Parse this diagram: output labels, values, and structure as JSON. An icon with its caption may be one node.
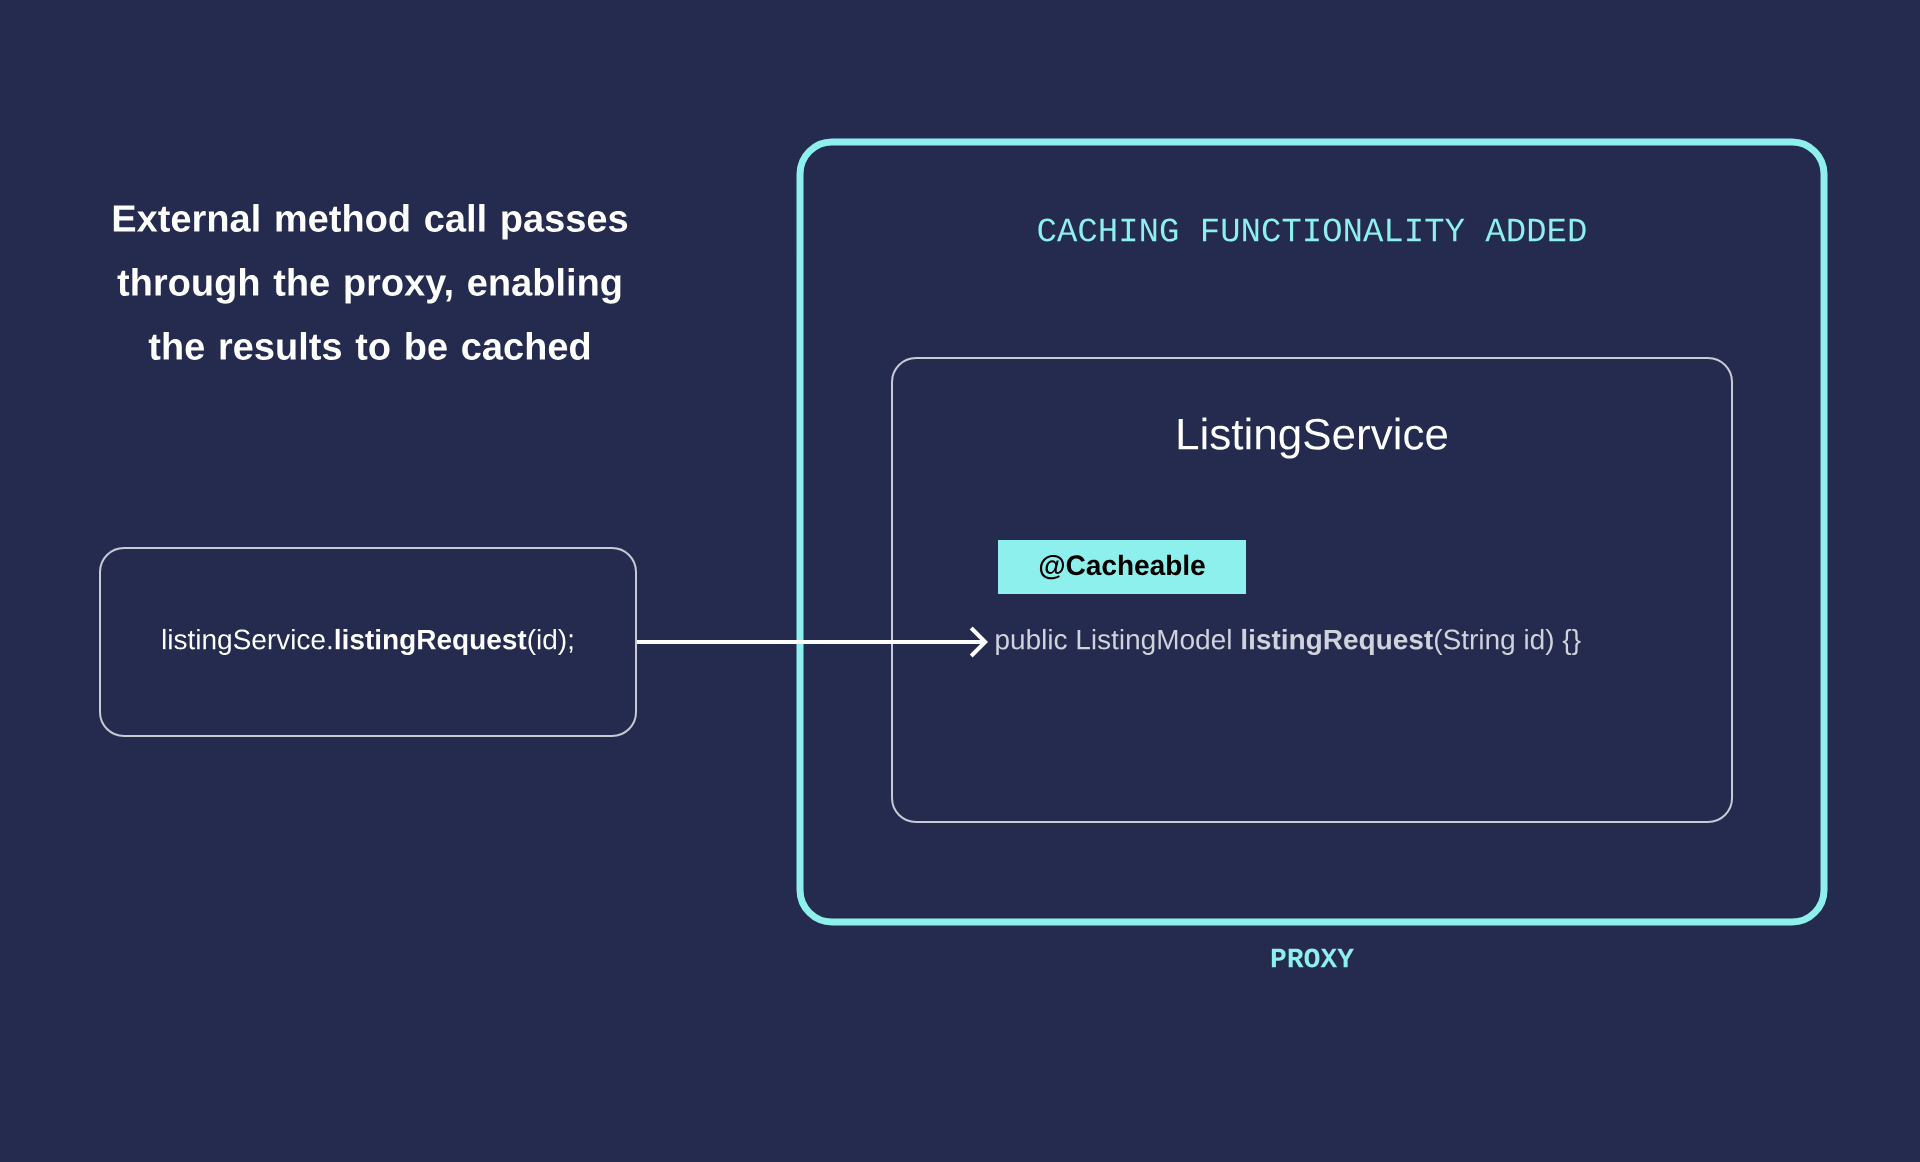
{
  "diagram": {
    "nodes": [
      {
        "text": [
          "CACHING FUNCTIONALITY ADDED"
        ],
        "beside": [
          "PROXY"
        ]
      },
      {
        "text": [
          "ListingService"
        ],
        "in": 0
      },
      {
        "text": [
          "@Cacheable"
        ],
        "in": 1
      },
      {
        "text": [
          "public ListingModel **listingRequest**(String id) {}"
        ],
        "in": 1
      },
      {
        "text": [
          "listingService.**listingRequest**(id);"
        ]
      }
    ],
    "edges": [
      {
        "from": 4,
        "to": 3,
        "arrow": "to"
      }
    ],
    "labels": [
      "External method call passes through the proxy, enabling the results to be cached"
    ]
  }
}
